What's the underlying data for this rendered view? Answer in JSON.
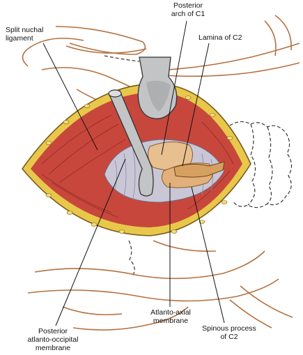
{
  "labels": {
    "split_nuchal_ligament": [
      "Split nuchal",
      "ligament"
    ],
    "posterior_arch_c1": [
      "Posterior",
      "arch of C1"
    ],
    "lamina_c2": [
      "Lamina of C2"
    ],
    "atlanto_axial_membrane": [
      "Atlanto-axial",
      "membrane"
    ],
    "spinous_process_c2": [
      "Spinous process",
      "of C2"
    ],
    "posterior_atlanto_occipital_membrane": [
      "Posterior",
      "atlanto-occipital",
      "membrane"
    ]
  },
  "colors": {
    "muscle": "#c7473c",
    "muscle_dark": "#9e2f28",
    "fat_yellow": "#e8c84a",
    "skin_edge": "#b5703f",
    "membrane": "#c9c7d6",
    "retractor": "#c2c4c6",
    "bone": "#e8bf8f",
    "leader": "#111111"
  }
}
